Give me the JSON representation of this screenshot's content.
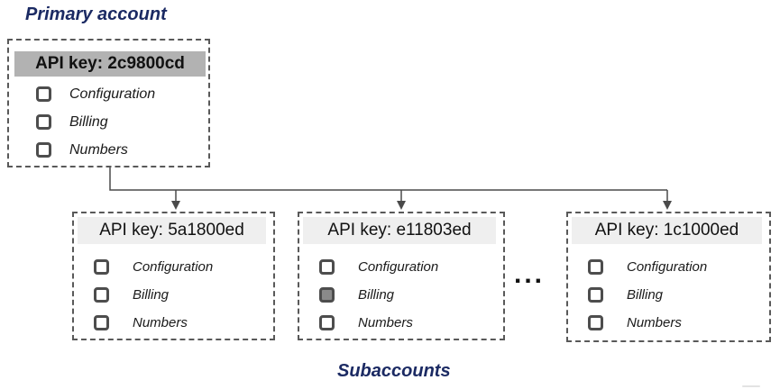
{
  "colors": {
    "title_color": "#1b2a63",
    "primary_header_bg": "#b2b2b2",
    "sub_header_bg": "#efefef",
    "box_border": "#595959",
    "connector": "#4a4a4a",
    "checkbox_border": "#4d4d4d",
    "checkbox_fill_checked": "#8a8a8a",
    "text_color": "#1a1a1a"
  },
  "primary_account": {
    "title": "Primary account",
    "api_key": "API key: 2c9800cd",
    "permissions": [
      {
        "label": "Configuration",
        "checked": false
      },
      {
        "label": "Billing",
        "checked": false
      },
      {
        "label": "Numbers",
        "checked": false
      }
    ]
  },
  "subaccounts": {
    "title": "Subaccounts",
    "ellipsis": "...",
    "items": [
      {
        "api_key": "API key: 5a1800ed",
        "permissions": [
          {
            "label": "Configuration",
            "checked": false
          },
          {
            "label": "Billing",
            "checked": false
          },
          {
            "label": "Numbers",
            "checked": false
          }
        ]
      },
      {
        "api_key": "API key: e11803ed",
        "permissions": [
          {
            "label": "Configuration",
            "checked": false
          },
          {
            "label": "Billing",
            "checked": true
          },
          {
            "label": "Numbers",
            "checked": false
          }
        ]
      },
      {
        "api_key": "API key: 1c1000ed",
        "permissions": [
          {
            "label": "Configuration",
            "checked": false
          },
          {
            "label": "Billing",
            "checked": false
          },
          {
            "label": "Numbers",
            "checked": false
          }
        ]
      }
    ]
  }
}
